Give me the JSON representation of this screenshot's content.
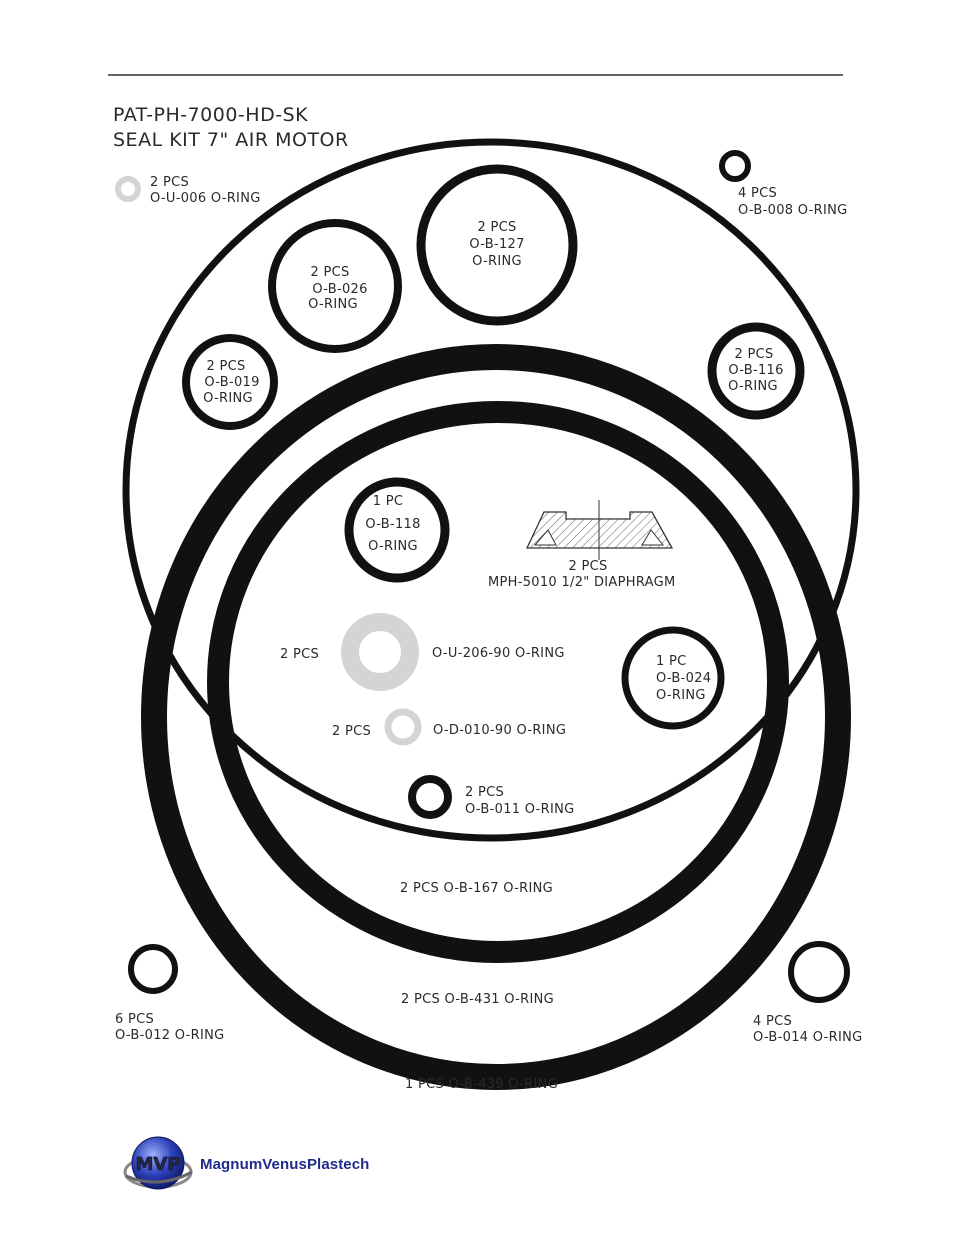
{
  "title": {
    "line1": "PAT-PH-7000-HD-SK",
    "line2": "SEAL KIT  7\" AIR MOTOR"
  },
  "parts": {
    "u006": {
      "qty": "2 PCS",
      "desc": "O-U-006  O-RING"
    },
    "b008": {
      "qty": "4 PCS",
      "desc": "O-B-008  O-RING"
    },
    "b127": {
      "qty": "2 PCS",
      "part": "O-B-127",
      "desc": "O-RING"
    },
    "b026": {
      "qty": "2 PCS",
      "part": "O-B-026",
      "desc": "O-RING"
    },
    "b019": {
      "qty": "2 PCS",
      "part": "O-B-019",
      "desc": "O-RING"
    },
    "b116": {
      "qty": "2 PCS",
      "part": "O-B-116",
      "desc": "O-RING"
    },
    "b118": {
      "qty": "1 PC",
      "part": "O-B-118",
      "desc": "O-RING"
    },
    "diaphragm": {
      "qty": "2 PCS",
      "desc": "MPH-5010  1/2\" DIAPHRAGM"
    },
    "u206": {
      "qty": "2 PCS",
      "desc": "O-U-206-90   O-RING"
    },
    "b024": {
      "qty": "1 PC",
      "part": "O-B-024",
      "desc": "O-RING"
    },
    "d010": {
      "qty": "2 PCS",
      "desc": "O-D-010-90  O-RING"
    },
    "b011": {
      "qty": "2 PCS",
      "desc": "O-B-011  O-RING"
    },
    "b167": {
      "text": "2 PCS   O-B-167   O-RING"
    },
    "b012": {
      "qty": "6 PCS",
      "desc": "O-B-012  O-RING"
    },
    "b014": {
      "qty": "4 PCS",
      "desc": "O-B-014  O-RING"
    },
    "b431": {
      "text": "2 PCS   O-B-431   O-RING"
    },
    "b439": {
      "text": "1 PCS   O-B-439   O-RING"
    }
  },
  "logo": {
    "badge": "MVP",
    "company": "MagnumVenusPlastech"
  },
  "colors": {
    "ring_black": "#111111",
    "ring_gray": "#d4d4d4",
    "brand_blue": "#1f2c88"
  }
}
